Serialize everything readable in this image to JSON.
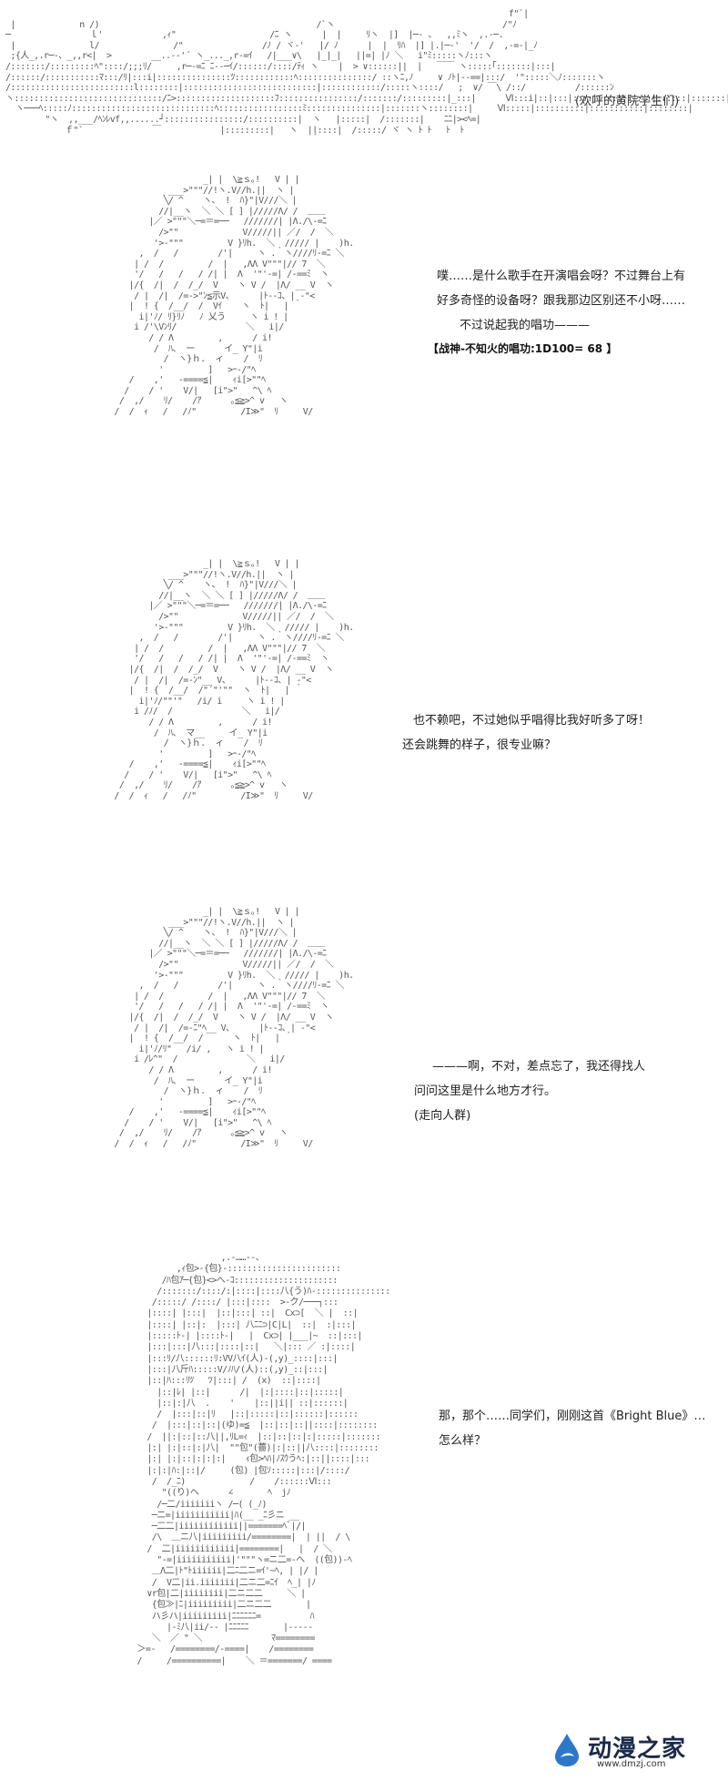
{
  "top_caption": "(欢呼的黄院学生们)",
  "panels": [
    {
      "lines": [
        "噗……是什么歌手在开演唱会呀？不过舞台上有",
        "好多奇怪的设备呀？跟我那边区别还不小呀……",
        "不过说起我的唱功———"
      ],
      "roll": "【战神-不知火的唱功:1D100= 68 】"
    },
    {
      "lines": [
        "也不赖吧，不过她似乎唱得比我好听多了呀！",
        "还会跳舞的样子，很专业嘛？"
      ]
    },
    {
      "lines": [
        "———啊，不对，差点忘了，我还得找人",
        "问问这里是什么地方才行。",
        "(走向人群)"
      ]
    },
    {
      "lines": [
        "那，那个……同学们，刚刚这首《Bright Blue》…",
        "怎么样？"
      ]
    }
  ],
  "watermark": {
    "name": "动漫之家",
    "url": "www.dmzj.com"
  },
  "colors": {
    "text": "#222222",
    "art": "#555555",
    "logo": "#1a2a4a",
    "logo_accent": "#2b78c9"
  }
}
